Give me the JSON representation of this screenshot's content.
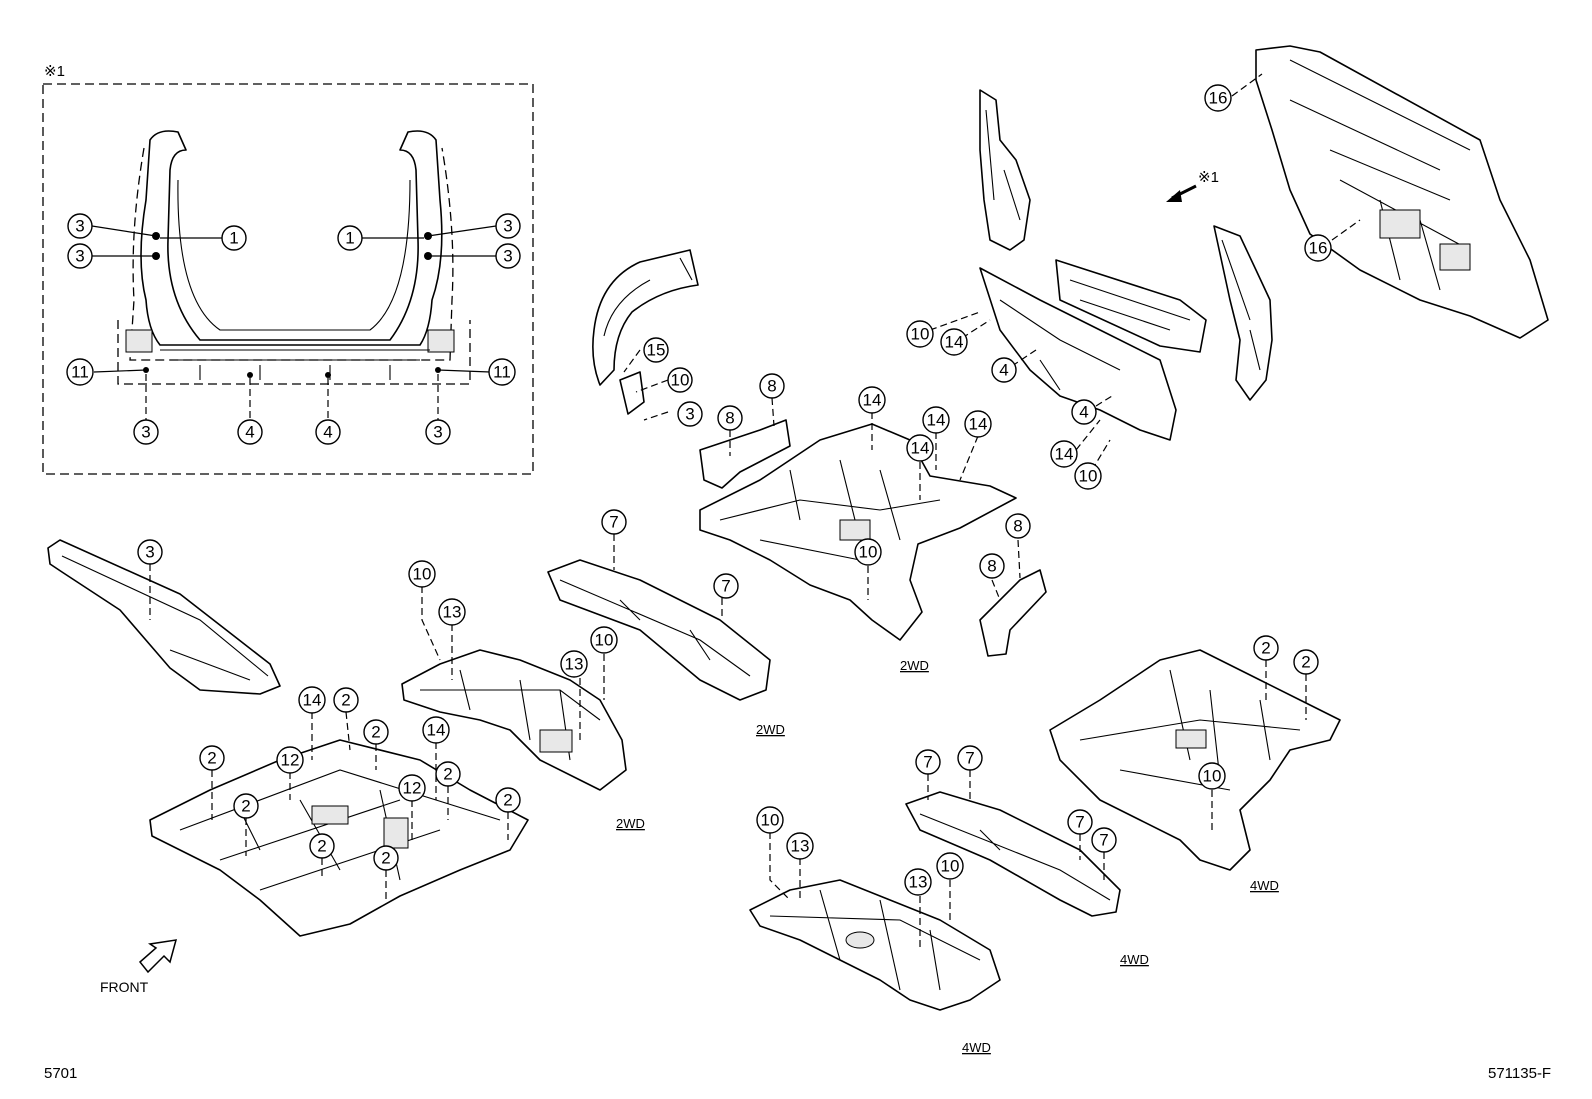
{
  "inset": {
    "title": "※1",
    "callouts": [
      "3",
      "1",
      "3",
      "1",
      "3",
      "3",
      "11",
      "11",
      "3",
      "4",
      "4",
      "3"
    ]
  },
  "view_arrow_label": "※1",
  "callouts": {
    "c15": "15",
    "c10a": "10",
    "c3a": "3",
    "c8a": "8",
    "c8b": "8",
    "c10b": "10",
    "c14a": "14",
    "c4a": "4",
    "c4b": "4",
    "c14b": "14",
    "c10c": "10",
    "c16a": "16",
    "c16b": "16",
    "c14c": "14",
    "c14d": "14",
    "c14e": "14",
    "c14f": "14",
    "c10d": "10",
    "c8c": "8",
    "c8d": "8",
    "c3b": "3",
    "c10e": "10",
    "c13a": "13",
    "c13b": "13",
    "c10f": "10",
    "c7a": "7",
    "c7b": "7",
    "c2a": "2",
    "c2b": "2",
    "c10g": "10",
    "c14g": "14",
    "c2c": "2",
    "c2d": "2",
    "c12a": "12",
    "c14h": "14",
    "c2e": "2",
    "c2f": "2",
    "c12b": "12",
    "c2g": "2",
    "c2h": "2",
    "c2i": "2",
    "c2j": "2",
    "c7c": "7",
    "c7d": "7",
    "c7e": "7",
    "c7f": "7",
    "c10h": "10",
    "c13c": "13",
    "c13d": "13",
    "c10i": "10"
  },
  "variant_labels": {
    "mid_floor": "2WD",
    "front_member": "2WD",
    "tunnel": "2WD",
    "rear_floor_4wd": "4WD",
    "member_4wd": "4WD",
    "tunnel_4wd": "4WD"
  },
  "front_label": "FRONT",
  "footer": {
    "left_code": "5701",
    "right_code": "571135-F"
  }
}
